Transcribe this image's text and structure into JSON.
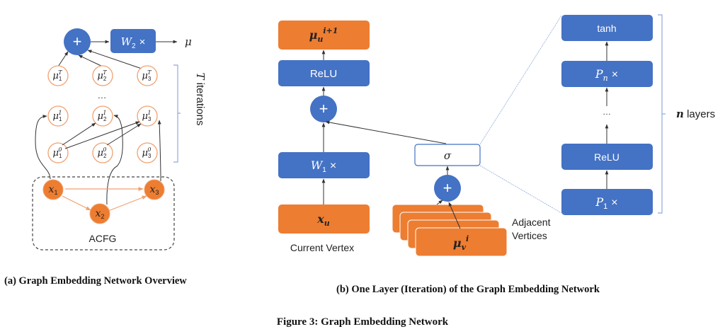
{
  "colors": {
    "blue": "#4472c4",
    "orange": "#ed7d31",
    "orange_circle_stroke": "#f0a170",
    "arrow": "#333333",
    "bracket": "#8faadc",
    "dashed_zoom": "#8faadc"
  },
  "panel_a": {
    "sum_symbol": "+",
    "w2_label_main": "W",
    "w2_label_sub": "2",
    "w2_label_op": "×",
    "output_label": "μ",
    "top_row": [
      {
        "base": "μ",
        "sub": "1",
        "sup": "T"
      },
      {
        "base": "μ",
        "sub": "2",
        "sup": "T"
      },
      {
        "base": "μ",
        "sub": "3",
        "sup": "T"
      }
    ],
    "ellipsis": "…",
    "row1": [
      {
        "base": "μ",
        "sub": "1",
        "sup": "1"
      },
      {
        "base": "μ",
        "sub": "2",
        "sup": "1"
      },
      {
        "base": "μ",
        "sub": "3",
        "sup": "1"
      }
    ],
    "row0": [
      {
        "base": "μ",
        "sub": "1",
        "sup": "0"
      },
      {
        "base": "μ",
        "sub": "2",
        "sup": "0"
      },
      {
        "base": "μ",
        "sub": "3",
        "sup": "0"
      }
    ],
    "iterations_label_var": "T",
    "iterations_label_text": " iterations",
    "acfg_nodes": [
      {
        "base": "x",
        "sub": "1"
      },
      {
        "base": "x",
        "sub": "2"
      },
      {
        "base": "x",
        "sub": "3"
      }
    ],
    "acfg_label": "ACFG",
    "caption": "(a) Graph Embedding Network Overview"
  },
  "panel_b": {
    "output_box": {
      "base": "μ",
      "sub": "u",
      "sup": "i+1"
    },
    "relu_label": "ReLU",
    "sum_symbol": "+",
    "w1_label_main": "W",
    "w1_label_sub": "1",
    "w1_label_op": "×",
    "input_box": {
      "base": "x",
      "sub": "u"
    },
    "current_vertex_label": "Current Vertex",
    "sigma_label": "σ",
    "adj_sum_symbol": "+",
    "adj_box": {
      "base": "μ",
      "sub": "v",
      "sup": "i"
    },
    "adjacent_label_line1": "Adjacent",
    "adjacent_label_line2": "Vertices",
    "caption": "(b) One Layer (Iteration) of the Graph Embedding Network"
  },
  "sigma_detail": {
    "layers": [
      "tanh",
      "Pn ×",
      "…",
      "ReLU",
      "P1 ×"
    ],
    "tanh_label": "tanh",
    "pn_main": "P",
    "pn_sub": "n",
    "pn_op": "×",
    "ellipsis": "…",
    "relu_label": "ReLU",
    "p1_main": "P",
    "p1_sub": "1",
    "p1_op": "×",
    "n_layers_var": "n",
    "n_layers_text": " layers"
  },
  "figure_caption": "Figure 3: Graph Embedding Network"
}
